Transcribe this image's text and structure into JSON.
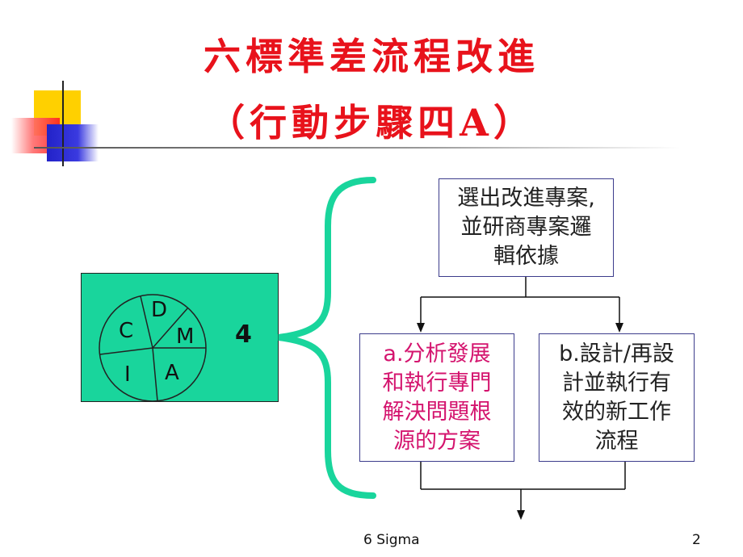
{
  "title": {
    "line1": "六標準差流程改進",
    "line2": "（行動步驟四A）"
  },
  "dmaic": {
    "segments": {
      "d": "D",
      "m": "M",
      "a": "A",
      "i": "I",
      "c": "C"
    },
    "step_number": "4"
  },
  "flow": {
    "top_box": [
      "選出改進專案,",
      "並研商專案邏",
      "輯依據"
    ],
    "left_box": [
      "a.分析發展",
      "和執行專門",
      "解決問題根",
      "源的方案"
    ],
    "right_box": [
      "b.設計/再設",
      "計並執行有",
      "效的新工作",
      "流程"
    ]
  },
  "colors": {
    "title": "#e8121b",
    "green": "#19d59c",
    "brace": "#19d59c",
    "highlight_text": "#d4146e",
    "box_border": "#3c3c8c"
  },
  "footer": {
    "center": "6 Sigma",
    "page": "2"
  }
}
